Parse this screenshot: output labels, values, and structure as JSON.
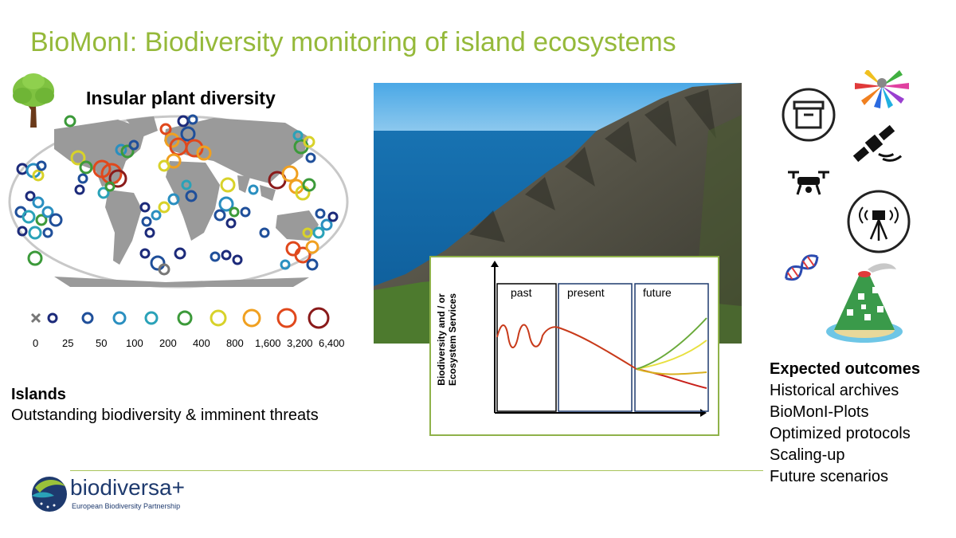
{
  "slide": {
    "title": "BioMonI: Biodiversity monitoring of island ecosystems"
  },
  "map": {
    "title": "Insular plant diversity",
    "legend_values": [
      "0",
      "25",
      "50",
      "100",
      "200",
      "400",
      "800",
      "1,600",
      "3,200",
      "6,400"
    ],
    "legend_colors": [
      "#777777",
      "#1c2a7a",
      "#1f4f9a",
      "#2a8fc0",
      "#2aa2b8",
      "#3c9a3a",
      "#d8d22a",
      "#f0a020",
      "#e0481c",
      "#8a1a1a"
    ]
  },
  "islands": {
    "heading": "Islands",
    "text": "Outstanding biodiversity & imminent threats"
  },
  "timeline": {
    "periods": [
      "past",
      "present",
      "future"
    ],
    "ylabel_line1": "Biodiversity and / or",
    "ylabel_line2": "Ecosystem Services"
  },
  "outcomes": {
    "title": "Expected outcomes",
    "items": [
      "Historical archives",
      "BioMonI-Plots",
      "Optimized protocols",
      "Scaling-up",
      "Future scenarios"
    ]
  },
  "logo": {
    "name": "biodiversa+",
    "tagline": "European Biodiversity Partnership"
  }
}
